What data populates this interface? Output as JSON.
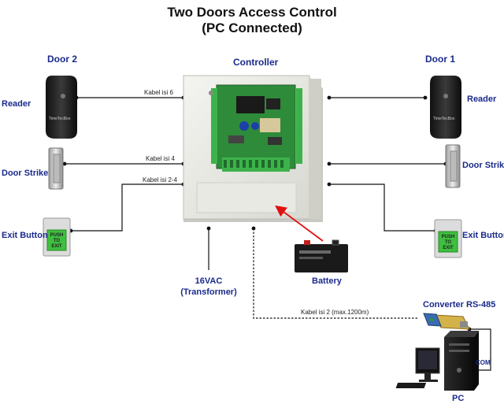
{
  "title": {
    "line1": "Two Doors Access Control",
    "line2": "(PC Connected)"
  },
  "headers": {
    "door2": "Door 2",
    "controller": "Controller",
    "door1": "Door 1"
  },
  "left": {
    "reader": "Reader",
    "door_strike": "Door Strike",
    "exit_button": "Exit Button"
  },
  "right": {
    "reader": "Reader",
    "door_strike": "Door Strike",
    "exit_button": "Exit Button"
  },
  "cables": {
    "reader": "Kabel isi 6",
    "strike": "Kabel isi 4",
    "exit": "Kabel isi 2-4",
    "rs485": "Kabel isi 2 (max.1200m)"
  },
  "power": {
    "line1": "16VAC",
    "line2": "(Transformer)"
  },
  "battery": "Battery",
  "converter": "Converter RS-485",
  "com": "COM",
  "pc": "PC",
  "device_text": {
    "reader_brand": "TimeTecBox",
    "exit_push": "PUSH",
    "exit_to": "TO",
    "exit_exit": "EXIT"
  },
  "colors": {
    "label_blue": "#1a2a8c",
    "arrow_red": "#e01010",
    "pcb_green": "#2e8b3a",
    "exit_green": "#3fbf3f"
  }
}
